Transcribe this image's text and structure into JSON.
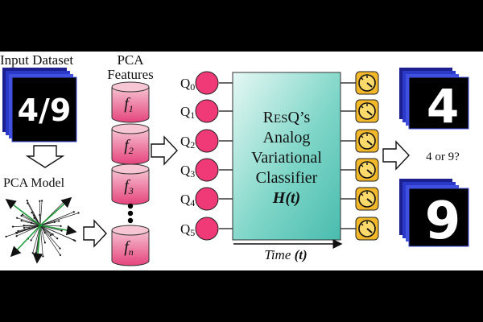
{
  "input": {
    "title": "Input Dataset",
    "card_text": "4/9"
  },
  "pca_model": {
    "label": "PCA Model"
  },
  "pca_features": {
    "title_line1": "PCA",
    "title_line2": "Features",
    "items": [
      {
        "base": "f",
        "sub": "1"
      },
      {
        "base": "f",
        "sub": "2"
      },
      {
        "base": "f",
        "sub": "3"
      },
      {
        "base": "f",
        "sub": "n"
      }
    ]
  },
  "qubits": [
    {
      "base": "Q",
      "sub": "0"
    },
    {
      "base": "Q",
      "sub": "1"
    },
    {
      "base": "Q",
      "sub": "2"
    },
    {
      "base": "Q",
      "sub": "3"
    },
    {
      "base": "Q",
      "sub": "4"
    },
    {
      "base": "Q",
      "sub": "5"
    }
  ],
  "classifier": {
    "line1_big": "R",
    "line1_small": "ES",
    "line1_rest": "Q’s",
    "line2": "Analog",
    "line3": "Variational",
    "line4": "Classifier",
    "line5": "H(t)"
  },
  "time_axis": {
    "label": "Time",
    "var": "(t)"
  },
  "output": {
    "question": "4 or 9?",
    "digit_top": "4",
    "digit_bottom": "9"
  },
  "colors": {
    "qubit": "#f03a78",
    "classifier": "#58c7b8",
    "meter": "#f2b82a",
    "feature_top": "#f7c6d4",
    "feature_body": "#e8427b",
    "card_blue": "#2b39c9"
  }
}
